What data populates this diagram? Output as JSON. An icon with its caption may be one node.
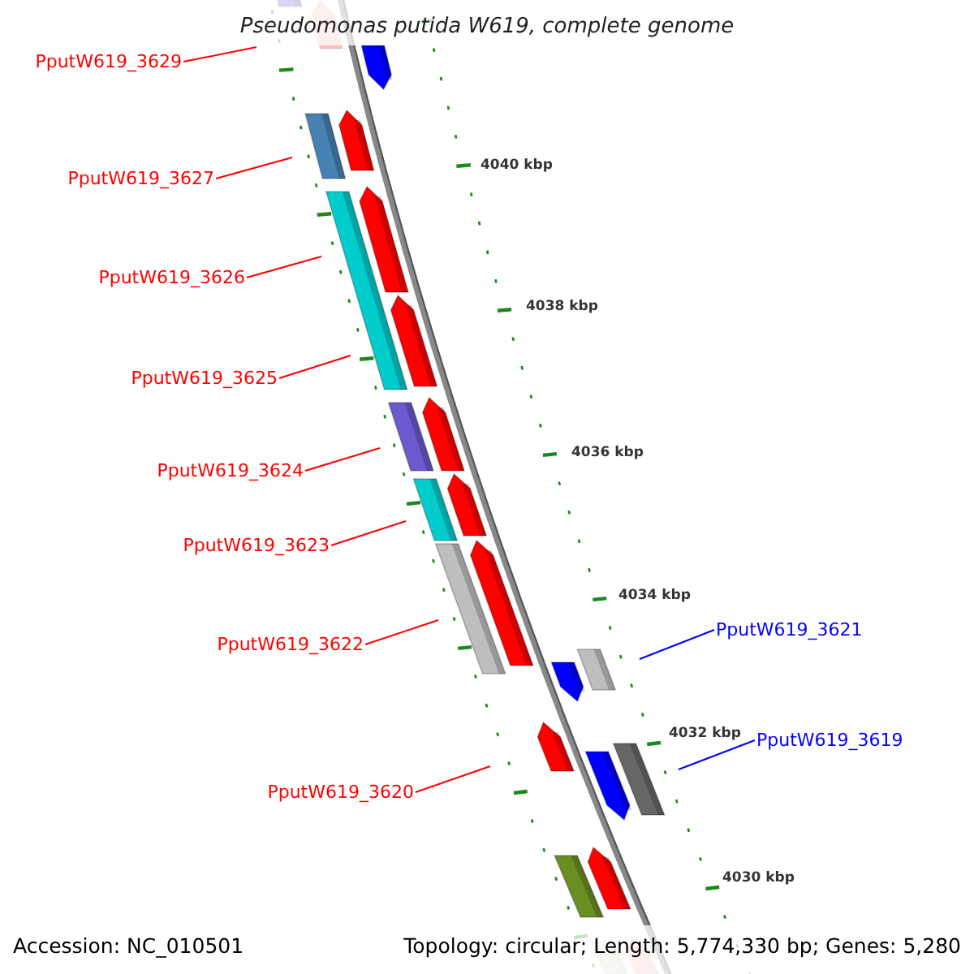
{
  "diagram": {
    "title": "Pseudomonas putida W619, complete genome",
    "nodes": [
      {
        "text": [
          "PputW619_3629"
        ]
      },
      {
        "text": [
          "PputW619_3627"
        ]
      },
      {
        "text": [
          "PputW619_3626"
        ]
      },
      {
        "text": [
          "PputW619_3625"
        ]
      },
      {
        "text": [
          "PputW619_3624"
        ]
      },
      {
        "text": [
          "PputW619_3623"
        ]
      },
      {
        "text": [
          "PputW619_3621"
        ]
      },
      {
        "text": [
          "PputW619_3622"
        ]
      },
      {
        "text": [
          "PputW619_3619"
        ]
      },
      {
        "text": [
          "PputW619_3620"
        ]
      }
    ],
    "edges": [
      {
        "from": 0,
        "to": null,
        "arrow": "none"
      },
      {
        "from": 1,
        "to": null,
        "arrow": "none"
      },
      {
        "from": 2,
        "to": null,
        "arrow": "none"
      },
      {
        "from": 3,
        "to": null,
        "arrow": "none"
      },
      {
        "from": 4,
        "to": null,
        "arrow": "none"
      },
      {
        "from": 5,
        "to": null,
        "arrow": "none"
      },
      {
        "from": 6,
        "to": null,
        "arrow": "none",
        "color": "#0000ff"
      },
      {
        "from": 7,
        "to": null,
        "arrow": "none"
      },
      {
        "from": 8,
        "to": null,
        "arrow": "none",
        "color": "#0000ff"
      },
      {
        "from": 9,
        "to": null,
        "arrow": "none"
      }
    ],
    "labels": [
      "4040 kbp",
      "4038 kbp",
      "4036 kbp",
      "4034 kbp",
      "4032 kbp",
      "4030 kbp",
      "Accession: NC_010501",
      "Topology: circular; Length: 5,774,330 bp; Genes: 5,280"
    ]
  }
}
